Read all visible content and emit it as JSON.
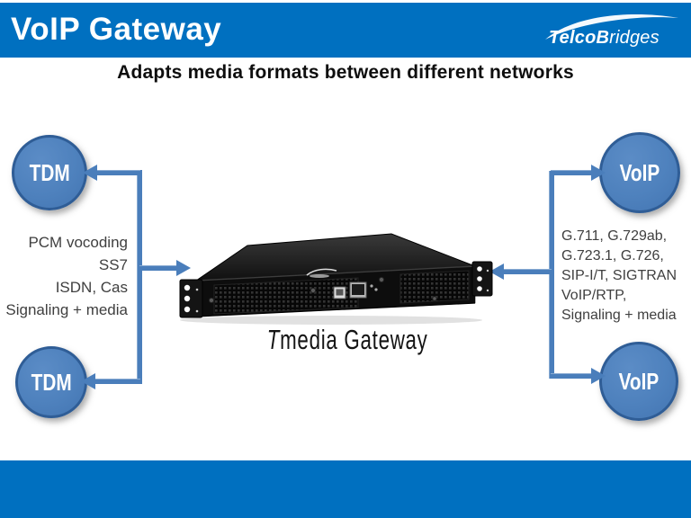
{
  "banner": {
    "title": "VoIP Gateway",
    "logo_part1": "Telco",
    "logo_part2": "Bridges"
  },
  "subtitle": "Adapts media formats between different networks",
  "nodes": {
    "tdm_top": "TDM",
    "tdm_bottom": "TDM",
    "voip_top": "VoIP",
    "voip_bottom": "VoIP"
  },
  "left_protocols": {
    "lines": [
      "PCM vocoding",
      "SS7",
      "ISDN, Cas",
      "Signaling + media"
    ]
  },
  "right_protocols": {
    "lines": [
      "G.711, G.729ab,",
      "G.723.1, G.726,",
      "SIP-I/T, SIGTRAN",
      "VoIP/RTP,",
      "Signaling + media"
    ]
  },
  "device": {
    "label_prefix": "T",
    "label_rest": "media Gateway"
  },
  "colors": {
    "banner_blue": "#0070c0",
    "node_fill": "#4e81bd",
    "node_border": "#2f5d96",
    "connector_blue": "#4a7ebb",
    "body_text": "#3f3f3f"
  }
}
